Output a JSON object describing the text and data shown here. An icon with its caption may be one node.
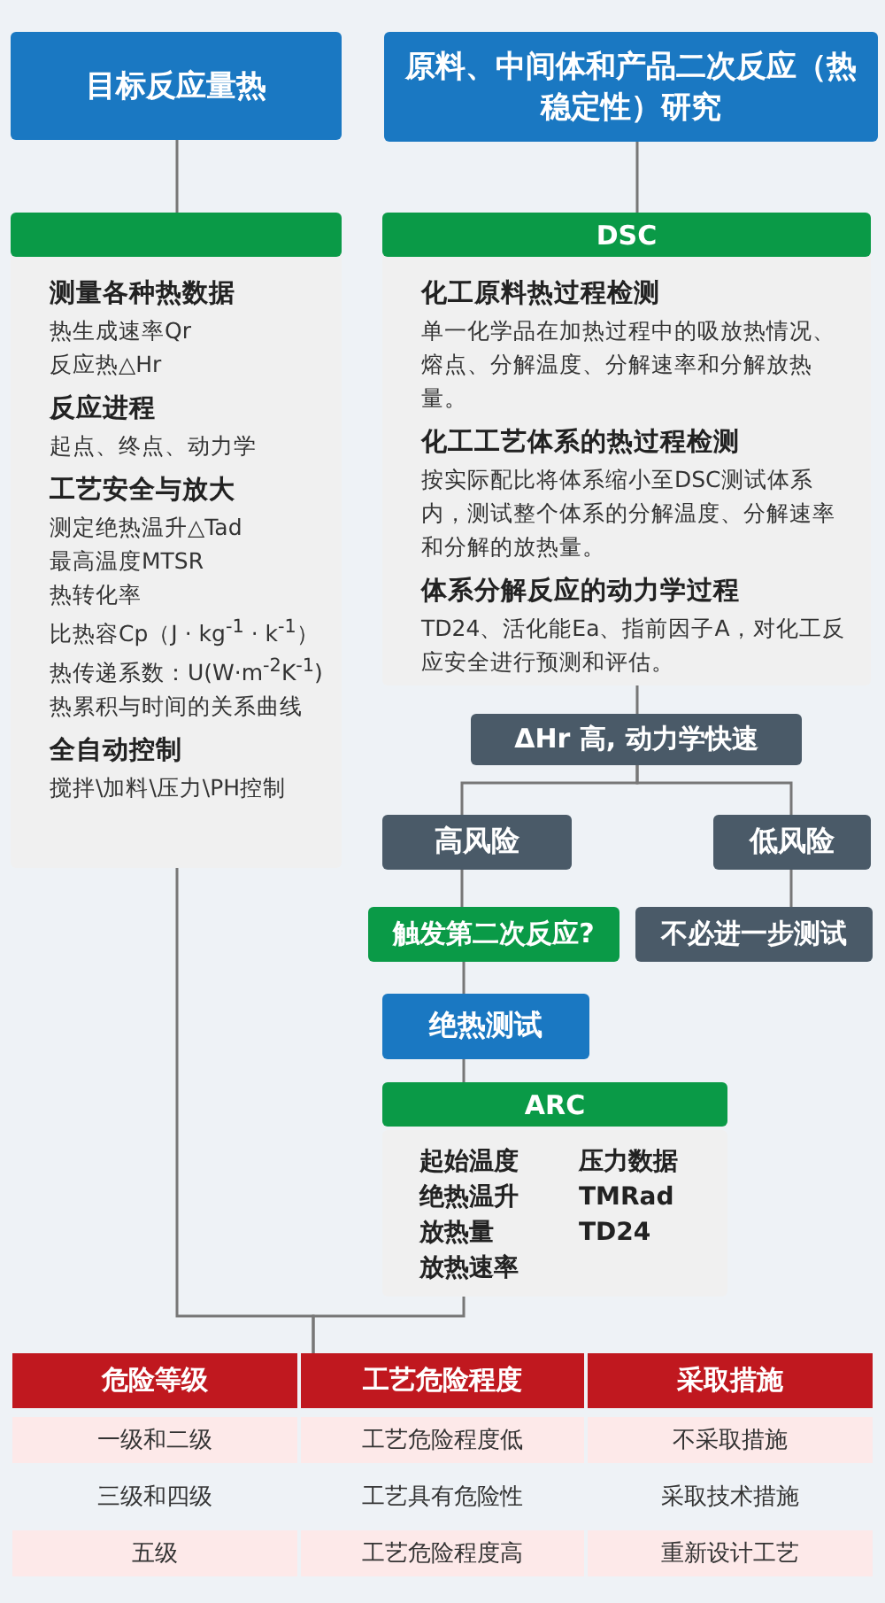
{
  "diagram": {
    "nodes": [
      {
        "text": [
          "目标反应量热"
        ]
      },
      {
        "text": [
          "原料、中间体和产品二次反应（热稳定性）研究"
        ]
      },
      {
        "text": [
          "测量各种热数据",
          "热生成速率Qr",
          "反应热△Hr",
          "反应进程",
          "起点、终点、动力学",
          "工艺安全与放大",
          "测定绝热温升△Tad",
          "最高温度MTSR",
          "热转化率",
          "比热容Cp（J · kg$^{-1}$ · k$^{-1}$）",
          "热传递系数：U(W·m$^{-2}$K$^{-1}$)",
          "热累积与时间的关系曲线",
          "全自动控制",
          "搅拌\\加料\\压力\\PH控制"
        ]
      },
      {
        "text": [
          "DSC",
          "化工原料热过程检测",
          "单一化学品在加热过程中的吸放热情况、熔点、分解温度、分解速率和分解放热量。",
          "化工工艺体系的热过程检测",
          "按实际配比将体系缩小至DSC测试体系内，测试整个体系的分解温度、分解速率和分解的放热量。",
          "体系分解反应的动力学过程",
          "TD24、活化能Ea、指前因子A，对化工反应安全进行预测和评估。"
        ]
      },
      {
        "text": [
          "ΔHr 高, 动力学快速"
        ]
      },
      {
        "text": [
          "高风险"
        ]
      },
      {
        "text": [
          "低风险"
        ]
      },
      {
        "text": [
          "触发第二次反应?"
        ]
      },
      {
        "text": [
          "不必进一步测试"
        ]
      },
      {
        "text": [
          "绝热测试"
        ]
      },
      {
        "text": [
          "ARC",
          "起始温度",
          "绝热温升",
          "放热量",
          "放热速率",
          "压力数据",
          "TMRad",
          "TD24"
        ]
      },
      {
        "text": [
          "工艺危险程度"
        ]
      }
    ],
    "labels": [
      "危险等级",
      "采取措施",
      "一级和二级",
      "工艺危险程度低",
      "不采取措施",
      "三级和四级",
      "工艺具有危险性",
      "采取技术措施",
      "五级",
      "工艺危险程度高",
      "重新设计工艺"
    ],
    "edges": [
      {
        "from": 0,
        "to": 2,
        "arrow": "none"
      },
      {
        "from": 1,
        "to": 3,
        "arrow": "none"
      },
      {
        "from": 3,
        "to": 4,
        "arrow": "none"
      },
      {
        "from": 4,
        "to": 5,
        "arrow": "none"
      },
      {
        "from": 4,
        "to": 6,
        "arrow": "none"
      },
      {
        "from": 5,
        "to": 7,
        "arrow": "none"
      },
      {
        "from": 6,
        "to": 8,
        "arrow": "none"
      },
      {
        "from": 7,
        "to": 9,
        "arrow": "none"
      },
      {
        "from": 9,
        "to": 10,
        "arrow": "none"
      },
      {
        "from": 2,
        "to": 11,
        "arrow": "none"
      },
      {
        "from": 10,
        "to": 11,
        "arrow": "none"
      }
    ]
  }
}
